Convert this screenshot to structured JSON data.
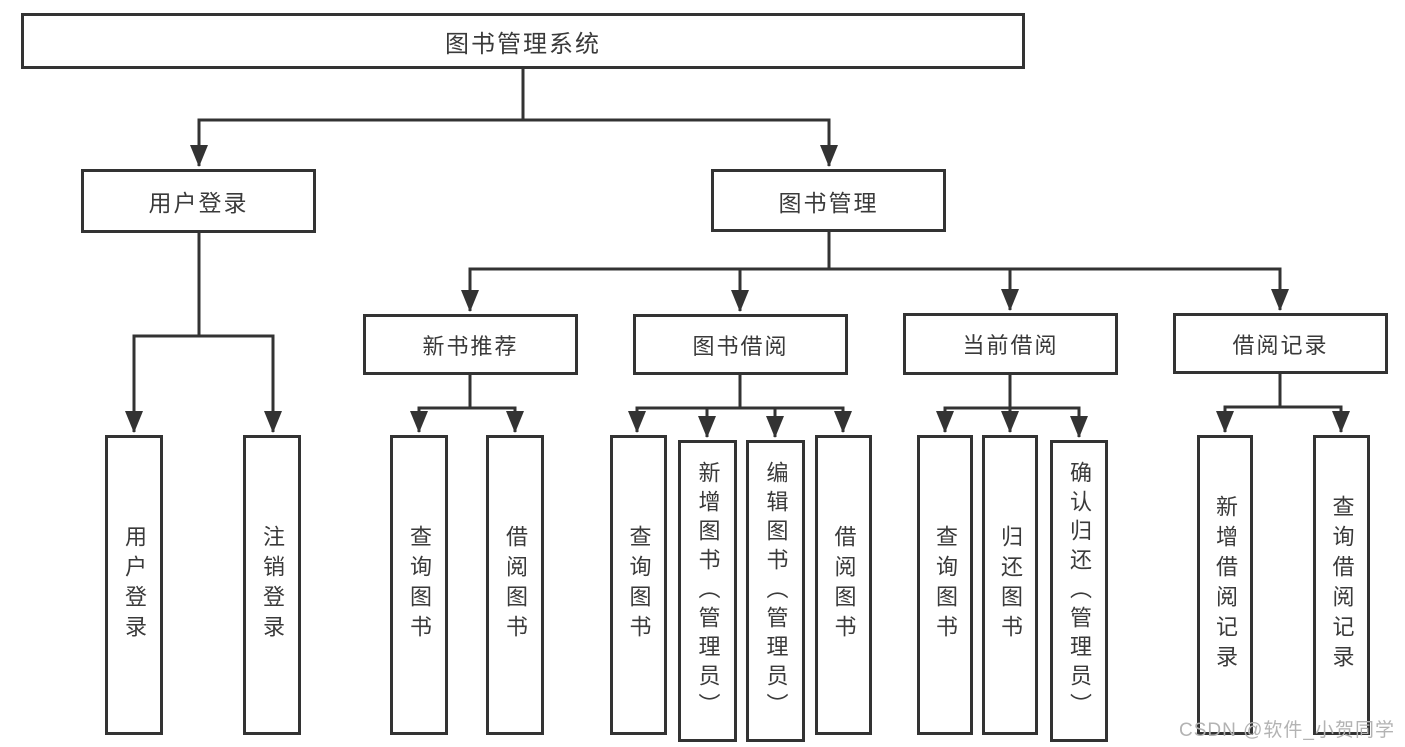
{
  "diagram": {
    "title": "图书管理系统",
    "branches": {
      "user_login": {
        "label": "用户登录",
        "children": [
          {
            "label": "用户登录"
          },
          {
            "label": "注销登录"
          }
        ]
      },
      "book_management": {
        "label": "图书管理",
        "sections": [
          {
            "label": "新书推荐",
            "children": [
              {
                "label": "查询图书"
              },
              {
                "label": "借阅图书"
              }
            ]
          },
          {
            "label": "图书借阅",
            "children": [
              {
                "label": "查询图书"
              },
              {
                "label": "新增图书（管理员）"
              },
              {
                "label": "编辑图书（管理员）"
              },
              {
                "label": "借阅图书"
              }
            ]
          },
          {
            "label": "当前借阅",
            "children": [
              {
                "label": "查询图书"
              },
              {
                "label": "归还图书"
              },
              {
                "label": "确认归还（管理员）"
              }
            ]
          },
          {
            "label": "借阅记录",
            "children": [
              {
                "label": "新增借阅记录"
              },
              {
                "label": "查询借阅记录"
              }
            ]
          }
        ]
      }
    },
    "watermark": "CSDN @软件_小贺同学",
    "colors": {
      "line": "#333333",
      "text": "#3a3a3a",
      "watermark": "#b3b3b3",
      "background": "#ffffff"
    }
  }
}
